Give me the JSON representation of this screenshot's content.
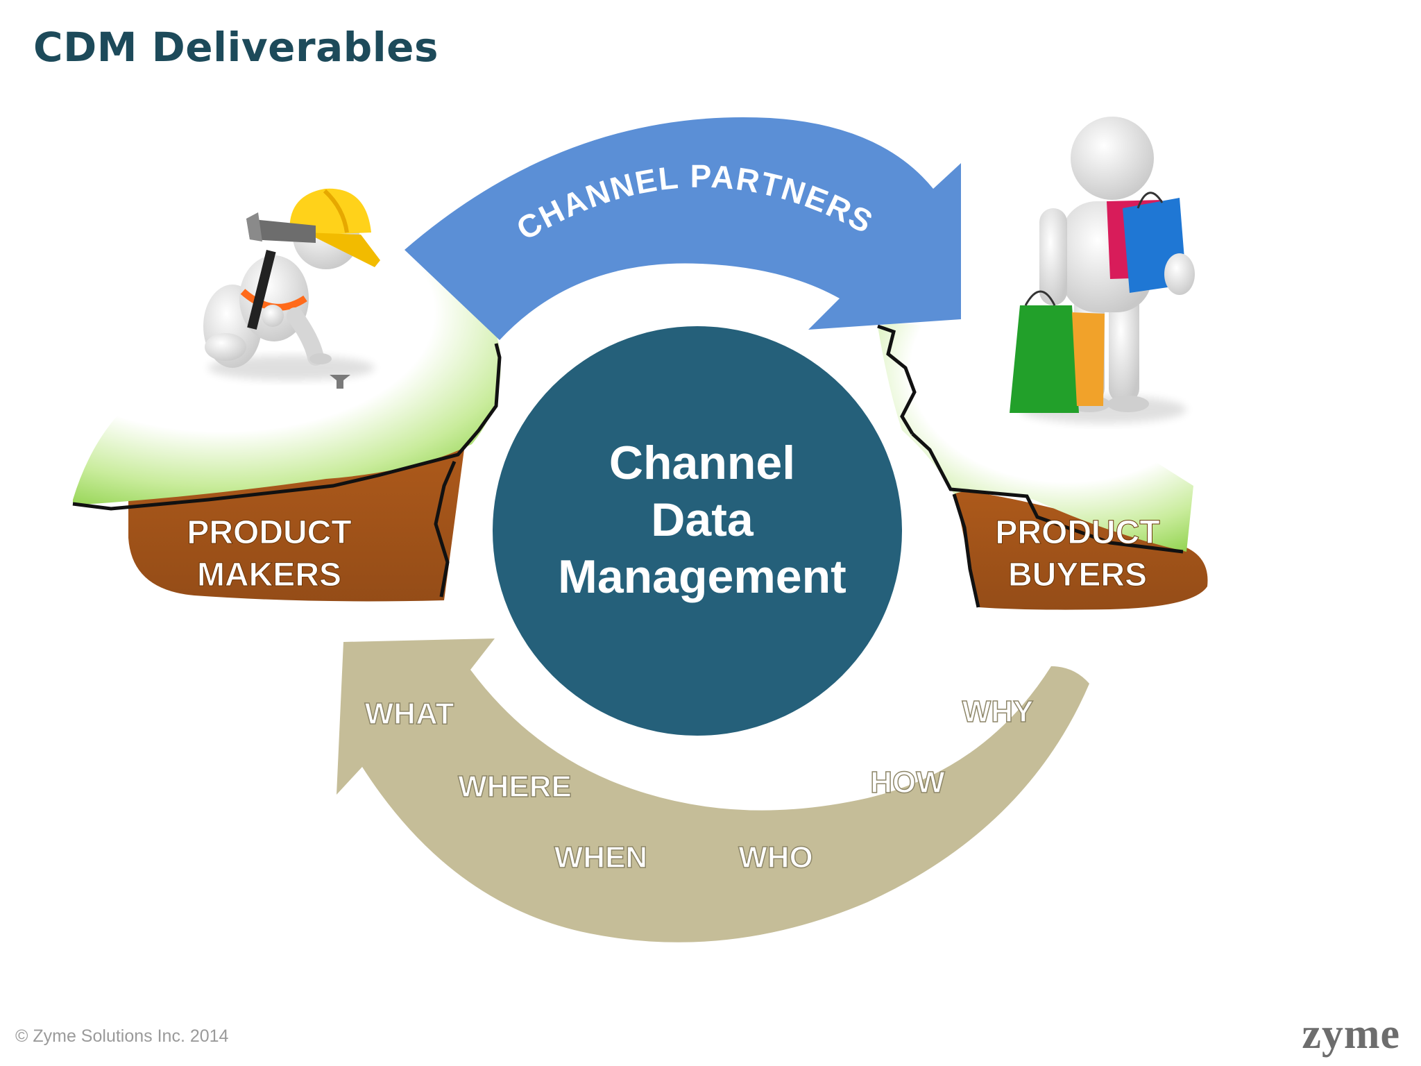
{
  "slide": {
    "title": "CDM Deliverables"
  },
  "diagram": {
    "top_arrow_label": "CHANNEL PARTNERS",
    "center": {
      "line1": "Channel",
      "line2": "Data",
      "line3": "Management"
    },
    "left_cliff": {
      "line1": "PRODUCT",
      "line2": "MAKERS"
    },
    "right_cliff": {
      "line1": "PRODUCT",
      "line2": "BUYERS"
    },
    "questions": [
      "WHAT",
      "WHERE",
      "WHEN",
      "WHO",
      "HOW",
      "WHY"
    ]
  },
  "colors": {
    "title": "#1d4a5a",
    "top_arrow": "#5b8fd6",
    "bottom_arrow": "#c5bd98",
    "center_circle": "#25607a",
    "grass": "#8ed14a",
    "earth": "#a9510f"
  },
  "icons": [
    "construction-worker-figure",
    "shopper-figure"
  ],
  "footer": {
    "copyright": "© Zyme Solutions Inc. 2014",
    "brand": "zyme"
  }
}
